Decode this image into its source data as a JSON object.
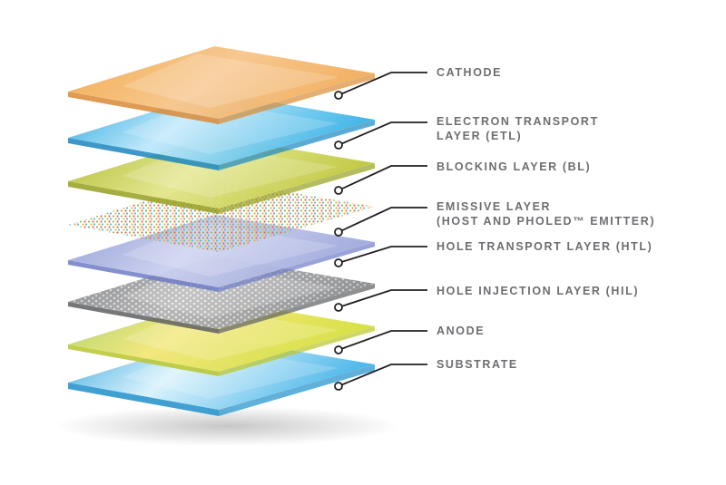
{
  "diagram": {
    "layers": [
      {
        "id": "cathode",
        "lines": [
          "CATHODE"
        ],
        "colors": [
          "#f6b24e",
          "#f0c79b",
          "#e8a055"
        ]
      },
      {
        "id": "etl",
        "lines": [
          "ELECTRON TRANSPORT",
          "LAYER (ETL)"
        ],
        "colors": [
          "#27a8e0",
          "#c9ecfb",
          "#1e93cf"
        ]
      },
      {
        "id": "bl",
        "lines": [
          "BLOCKING LAYER (BL)"
        ],
        "colors": [
          "#b7c030",
          "#e9ec9a",
          "#a5ae27"
        ]
      },
      {
        "id": "eml",
        "lines": [
          "EMISSIVE LAYER",
          "(HOST AND PHOLED™ EMITTER)"
        ],
        "colors": [
          "#f2a93b",
          "#79c7ea",
          "#8dbb49"
        ]
      },
      {
        "id": "htl",
        "lines": [
          "HOLE TRANSPORT LAYER (HTL)"
        ],
        "colors": [
          "#9aa5da",
          "#cfd5f0",
          "#8692cf"
        ]
      },
      {
        "id": "hil",
        "lines": [
          "HOLE INJECTION LAYER (HIL)"
        ],
        "colors": [
          "#8a8b8d",
          "#e8e8e8",
          "#6f7072"
        ]
      },
      {
        "id": "anode",
        "lines": [
          "ANODE"
        ],
        "colors": [
          "#d8df3a",
          "#f5ea6a",
          "#a7cf5a"
        ]
      },
      {
        "id": "substrate",
        "lines": [
          "SUBSTRATE"
        ],
        "colors": [
          "#4db7ea",
          "#d7f1fc",
          "#2fa2dc"
        ]
      }
    ],
    "colors": {
      "label_text": "#6d6e71",
      "leader_line": "#231f20",
      "background": "#ffffff"
    }
  }
}
